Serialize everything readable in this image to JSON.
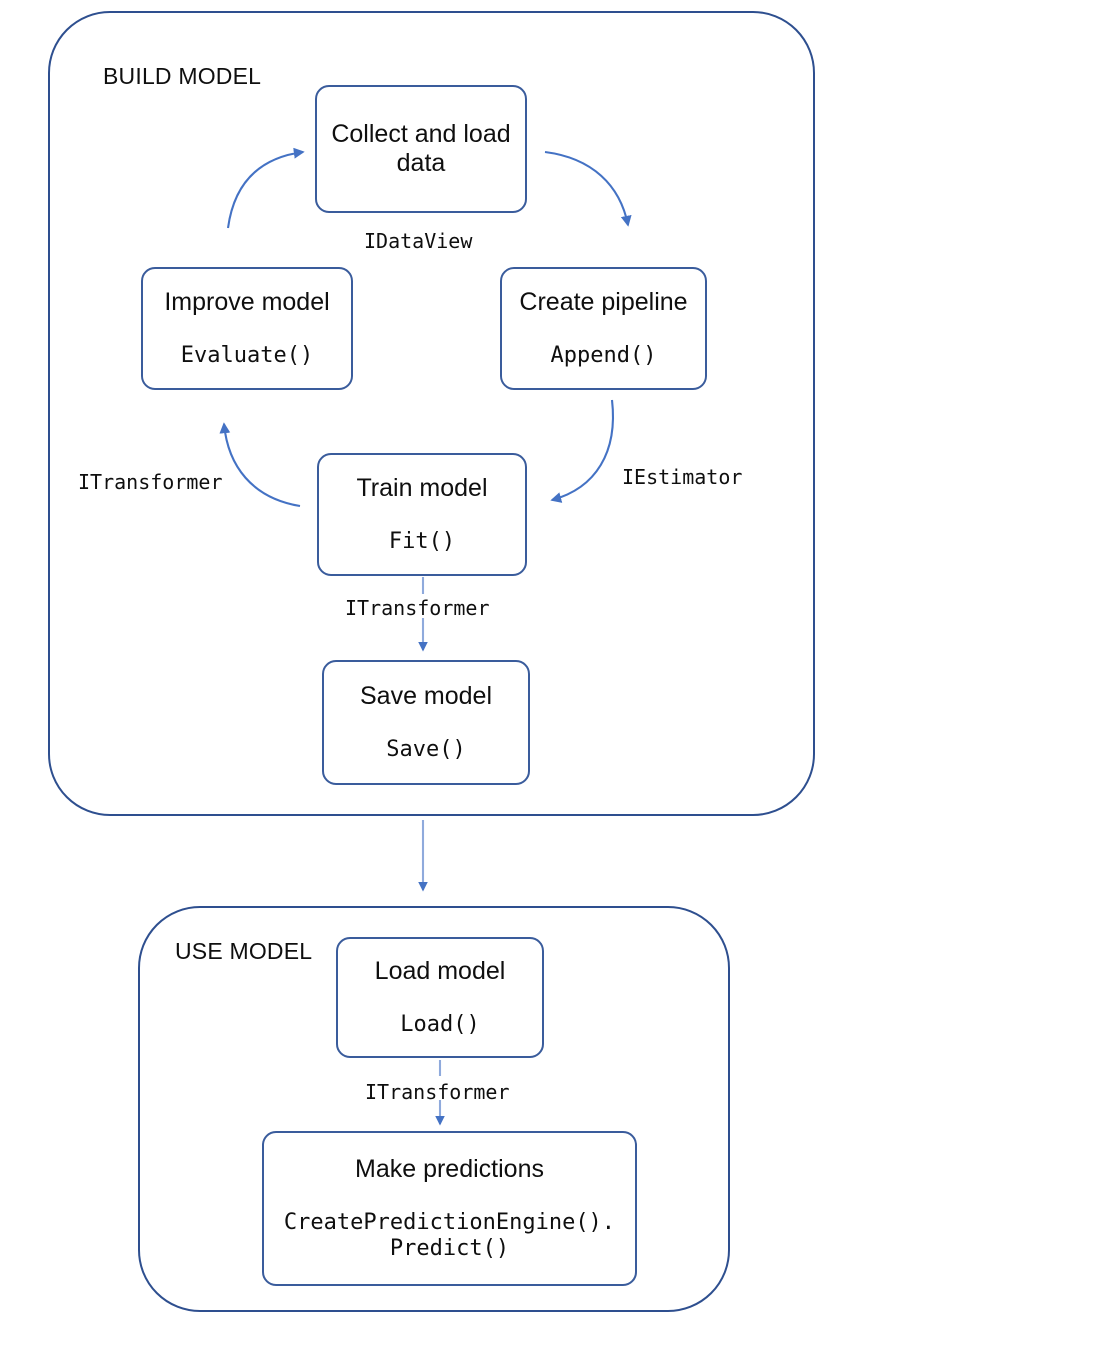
{
  "diagram": {
    "type": "flowchart",
    "title_groups": [
      {
        "id": "build",
        "label": "BUILD MODEL"
      },
      {
        "id": "use",
        "label": "USE MODEL"
      }
    ],
    "accent_color": "#2e4f8f",
    "node_border_color": "#3a5c9c",
    "arrow_color": "#4472c4"
  },
  "build_model": {
    "label": "BUILD MODEL",
    "nodes": {
      "collect": {
        "title": "Collect and load\ndata",
        "code": ""
      },
      "improve": {
        "title": "Improve model",
        "code": "Evaluate()"
      },
      "pipeline": {
        "title": "Create pipeline",
        "code": "Append()"
      },
      "train": {
        "title": "Train model",
        "code": "Fit()"
      },
      "save": {
        "title": "Save model",
        "code": "Save()"
      }
    },
    "edge_labels": {
      "collect_to_pipeline": "IDataView",
      "pipeline_to_train": "IEstimator",
      "train_to_improve": "ITransformer",
      "train_to_save": "ITransformer"
    }
  },
  "use_model": {
    "label": "USE MODEL",
    "nodes": {
      "load": {
        "title": "Load model",
        "code": "Load()"
      },
      "predict": {
        "title": "Make predictions",
        "code": "CreatePredictionEngine().\nPredict()"
      }
    },
    "edge_labels": {
      "load_to_predict": "ITransformer"
    }
  }
}
